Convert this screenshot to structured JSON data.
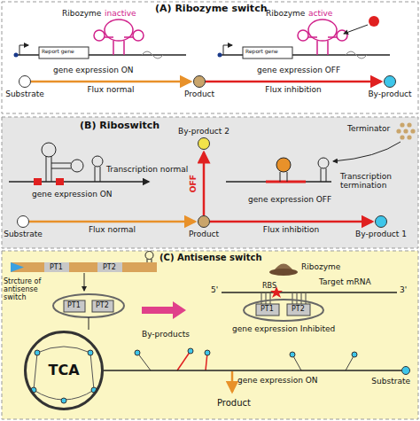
{
  "diagram": {
    "nodes": [
      {
        "text": [
          "Substrate"
        ]
      },
      {
        "text": [
          "Product"
        ]
      },
      {
        "text": [
          "By-product"
        ]
      },
      {
        "text": [
          "Substrate"
        ]
      },
      {
        "text": [
          "Product"
        ]
      },
      {
        "text": [
          "By-product 2"
        ]
      },
      {
        "text": [
          "By-product 1"
        ]
      },
      {
        "text": [
          "TCA"
        ]
      },
      {
        "text": [
          "Substrate"
        ]
      }
    ],
    "edges": [
      {
        "from": 0,
        "to": 1,
        "label": "Flux normal",
        "arrow": "to"
      },
      {
        "from": 1,
        "to": 2,
        "label": "Flux inhibition",
        "arrow": "to"
      },
      {
        "from": 3,
        "to": 4,
        "label": "Flux normal",
        "arrow": "to"
      },
      {
        "from": 4,
        "to": 6,
        "label": "Flux inhibition",
        "arrow": "to"
      },
      {
        "from": 4,
        "to": 5,
        "label": "OFF",
        "arrow": "to"
      },
      {
        "from": 8,
        "to": 7,
        "arrow": "none"
      }
    ],
    "labels": [
      "(A) Ribozyme switch",
      "Ribozyme",
      "inactive",
      "Report gene",
      "Ribozyme",
      "active",
      "Report gene",
      "gene expression ON",
      "gene expression OFF",
      "(B) Riboswitch",
      "Transcription normal",
      "gene expression ON",
      "Terminator",
      "Transcription termination",
      "gene expression OFF",
      "(C) Antisense switch",
      "PT1",
      "PT2",
      "Strcture of antisense switch",
      "PT1",
      "PT2",
      "Ribozyme",
      "Target mRNA",
      "RBS",
      "5'",
      "3'",
      "PT1",
      "PT2",
      "gene expression Inhibited",
      "By-products",
      "gene expression ON",
      "Product"
    ]
  }
}
